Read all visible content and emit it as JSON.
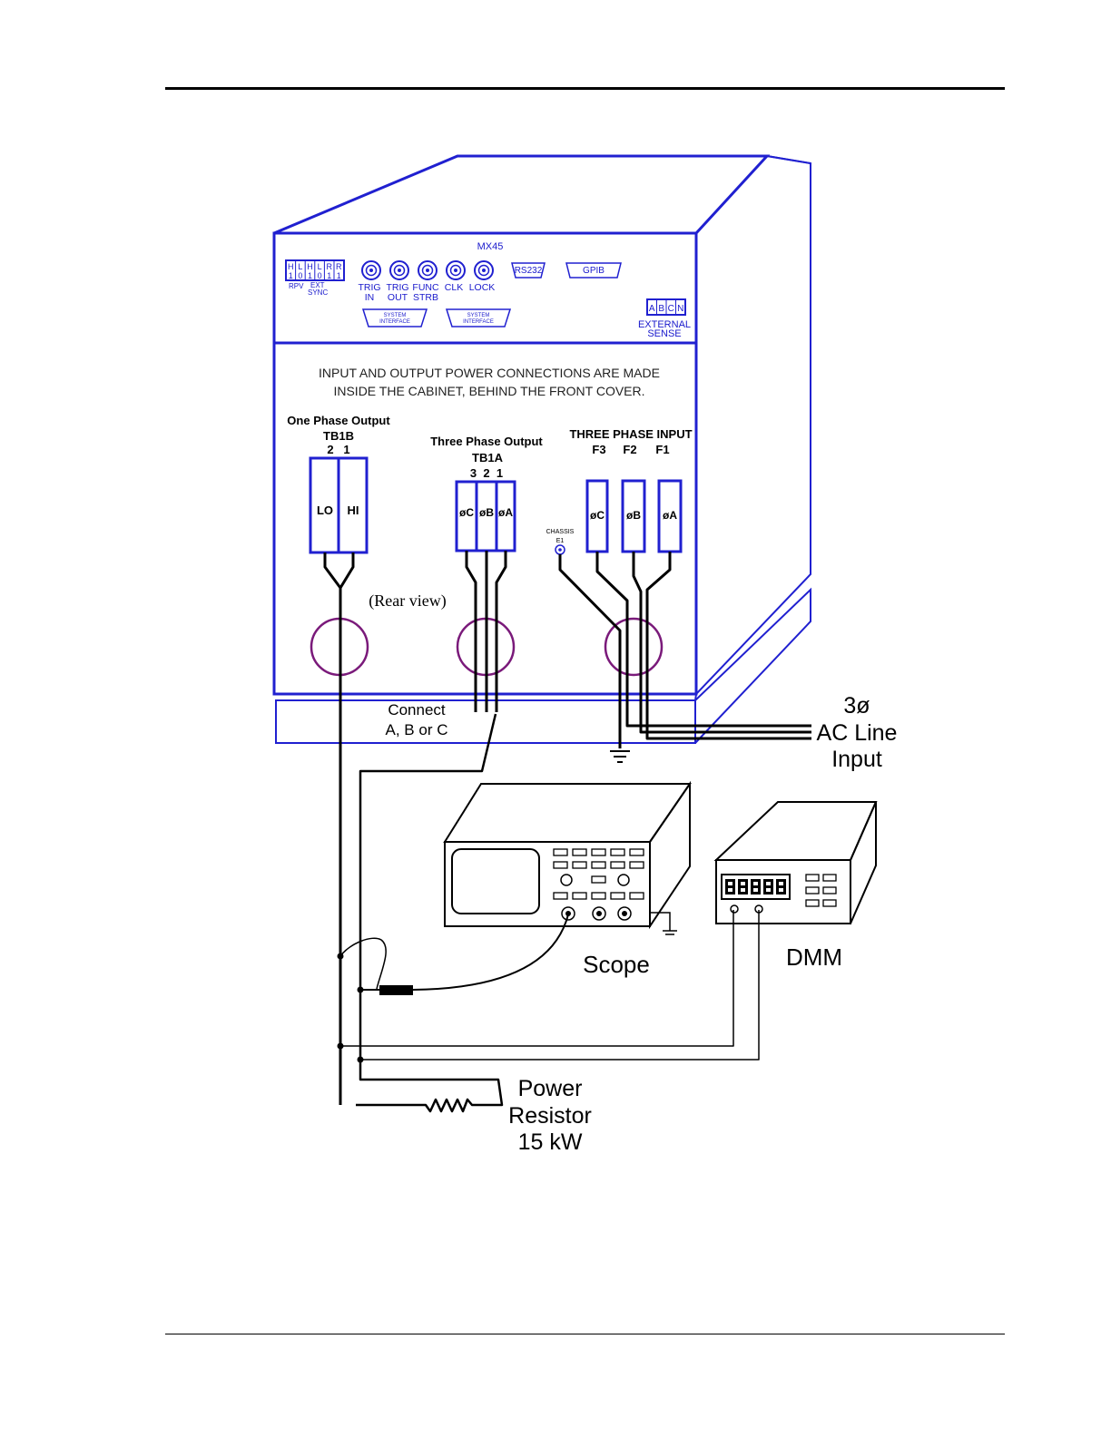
{
  "model": "MX45",
  "rear_panel": {
    "dip_labels": [
      "H",
      "L",
      "H",
      "L",
      "R",
      "R"
    ],
    "dip_values": [
      "1",
      "0",
      "1",
      "0",
      "1",
      "1"
    ],
    "dip_caption_1": "RPV",
    "dip_caption_2": "EXT",
    "dip_caption_3": "SYNC",
    "bnc_labels": [
      {
        "line1": "TRIG",
        "line2": "IN"
      },
      {
        "line1": "TRIG",
        "line2": "OUT"
      },
      {
        "line1": "FUNC",
        "line2": "STRB"
      },
      {
        "line1": "CLK",
        "line2": ""
      },
      {
        "line1": "LOCK",
        "line2": ""
      }
    ],
    "rs232": "RS232",
    "gpib": "GPIB",
    "system_interface_1": "SYSTEM",
    "system_interface_2": "INTERFACE",
    "sense_letters": [
      "A",
      "B",
      "C",
      "N"
    ],
    "external_sense_1": "EXTERNAL",
    "external_sense_2": "SENSE",
    "notice_line1": "INPUT AND OUTPUT POWER CONNECTIONS ARE MADE",
    "notice_line2": "INSIDE THE CABINET, BEHIND THE FRONT COVER."
  },
  "one_phase": {
    "title": "One Phase Output",
    "block": "TB1B",
    "terminal_numbers": "2   1",
    "terminals": [
      "LO",
      "HI"
    ]
  },
  "three_phase_out": {
    "title": "Three Phase Output",
    "block": "TB1A",
    "terminal_numbers": "3  2  1",
    "terminals": [
      "øC",
      "øB",
      "øA"
    ]
  },
  "three_phase_in": {
    "title": "THREE PHASE INPUT",
    "labels": [
      "F3",
      "F2",
      "F1"
    ],
    "terminals": [
      "øC",
      "øB",
      "øA"
    ],
    "chassis_1": "CHASSIS",
    "chassis_2": "E1"
  },
  "rear_view": "(Rear view)",
  "connect_1": "Connect",
  "connect_2": "A, B or C",
  "ac_line_1": "3ø",
  "ac_line_2": "AC Line",
  "ac_line_3": "Input",
  "scope_label": "Scope",
  "dmm_label": "DMM",
  "resistor_1": "Power",
  "resistor_2": "Resistor",
  "resistor_3": "15 kW"
}
